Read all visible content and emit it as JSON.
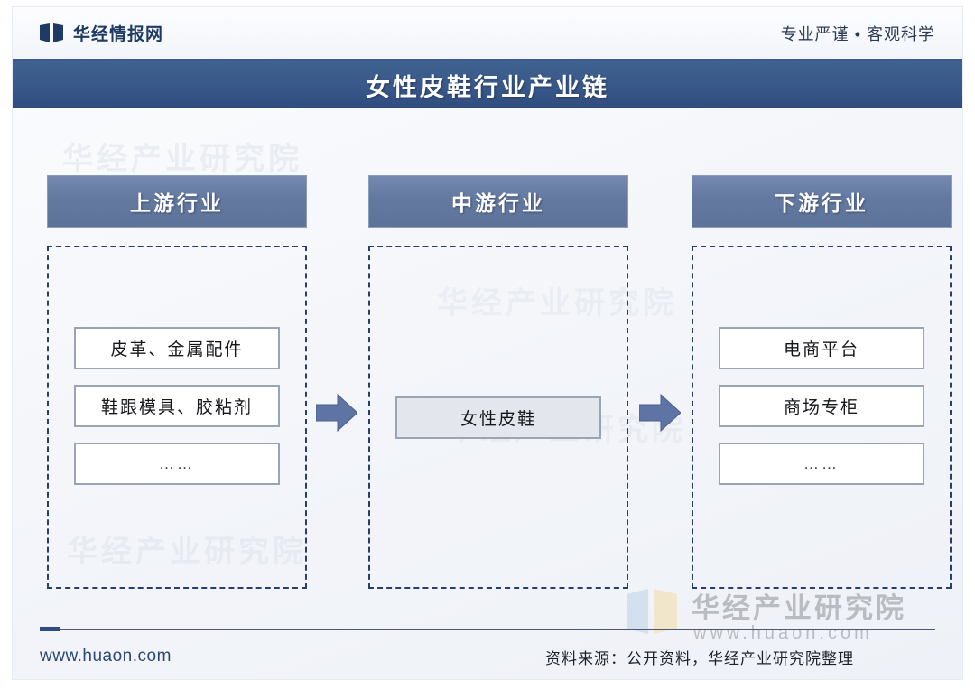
{
  "header": {
    "brand_name": "华经情报网",
    "brand_logo_icon": "open-book-icon",
    "tagline": "专业严谨 • 客观科学"
  },
  "title": {
    "text": "女性皮鞋行业产业链"
  },
  "background_watermarks": [
    "华经产业研究院",
    "华经产业研究院",
    "华经产业研究院",
    "华经产业研究院"
  ],
  "columns": [
    {
      "id": "upstream",
      "header": "上游行业",
      "items": [
        {
          "label": "皮革、金属配件",
          "filled": false
        },
        {
          "label": "鞋跟模具、胶粘剂",
          "filled": false
        },
        {
          "label": "……",
          "filled": false
        }
      ]
    },
    {
      "id": "midstream",
      "header": "中游行业",
      "items": [
        {
          "label": "女性皮鞋",
          "filled": true
        }
      ]
    },
    {
      "id": "downstream",
      "header": "下游行业",
      "items": [
        {
          "label": "电商平台",
          "filled": false
        },
        {
          "label": "商场专柜",
          "filled": false
        },
        {
          "label": "……",
          "filled": false
        }
      ]
    }
  ],
  "arrows": [
    {
      "id": "arrow-upstream-to-midstream",
      "icon": "arrow-right-icon"
    },
    {
      "id": "arrow-midstream-to-downstream",
      "icon": "arrow-right-icon"
    }
  ],
  "watermark_logo": {
    "cn": "华经产业研究院",
    "en": "www.huaon.com",
    "icon": "open-book-icon"
  },
  "footer": {
    "url": "www.huaon.com",
    "source": "资料来源：公开资料，华经产业研究院整理"
  },
  "colors": {
    "title_band": "#39588a",
    "column_header": "#64799f",
    "dashed_border": "#27406b",
    "arrow": "#5d74a4",
    "box_border": "#9aa5b4",
    "box_fill_active": "#e3e6ec",
    "footer_url": "#2b4874"
  }
}
